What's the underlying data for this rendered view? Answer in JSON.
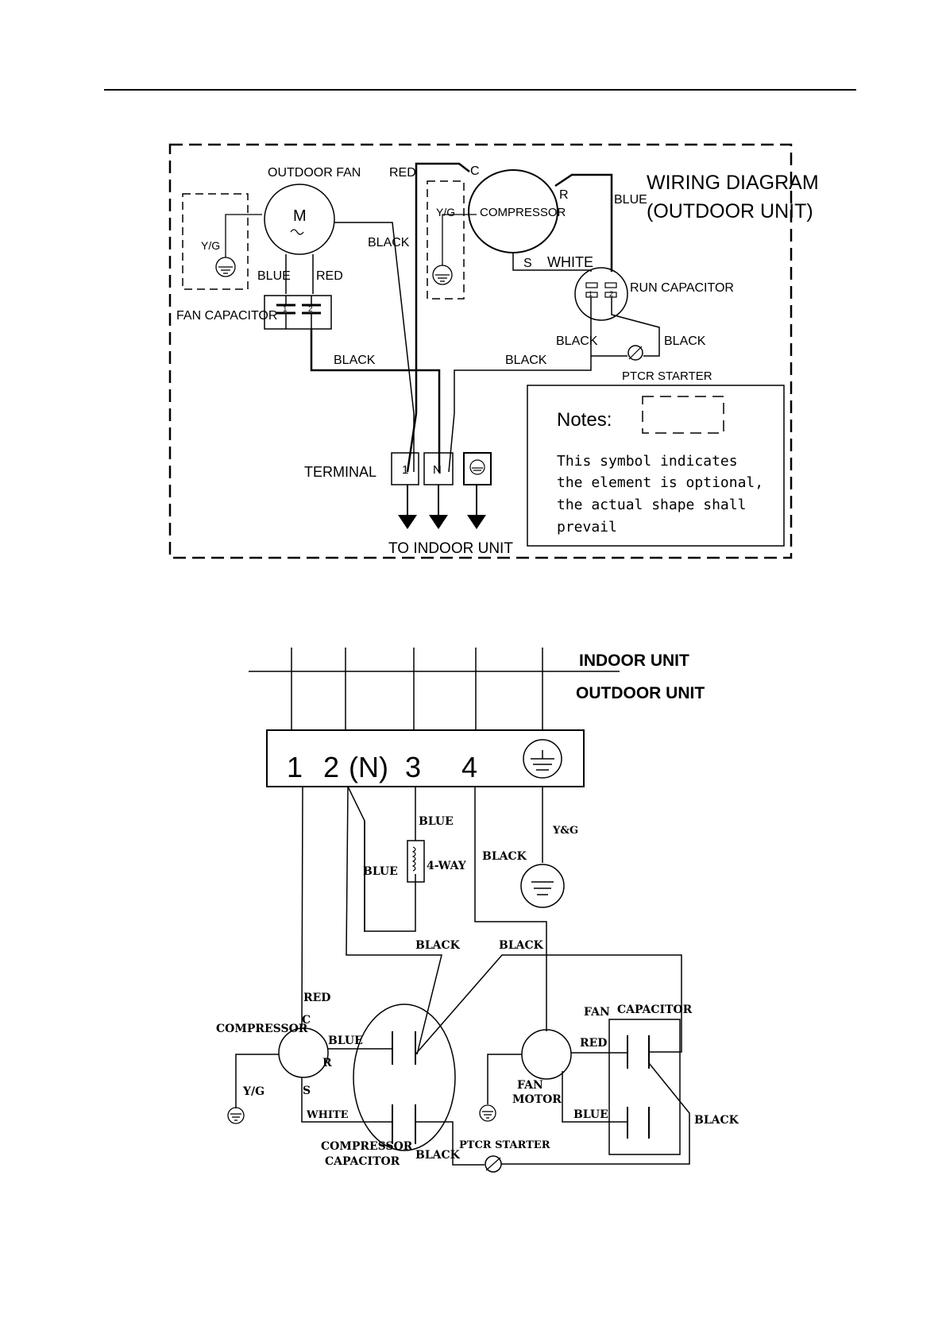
{
  "diagram1": {
    "title_line1": "WIRING DIAGRAM",
    "title_line2": "(OUTDOOR UNIT)",
    "outdoor_fan": "OUTDOOR FAN",
    "motor_symbol": "M",
    "yg_left": "Y/G",
    "yg_comp": "Y/G",
    "blue_fan": "BLUE",
    "red_fan": "RED",
    "fan_capacitor": "FAN CAPACITOR",
    "cap_pin1": "1",
    "cap_pin2": "2",
    "red_top": "RED",
    "c_label": "C",
    "compressor": "COMPRESSOR",
    "r_label": "R",
    "blue_top": "BLUE",
    "s_label": "S",
    "white": "WHITE",
    "black_fan": "BLACK",
    "run_capacitor": "RUN CAPACITOR",
    "run_pin1": "1",
    "run_pin2": "2",
    "black_run_left": "BLACK",
    "black_run_right": "BLACK",
    "ptcr": "PTCR STARTER",
    "black_mid_left": "BLACK",
    "black_mid_right": "BLACK",
    "terminal": "TERMINAL",
    "term_1": "1",
    "term_n": "N",
    "to_indoor": "TO INDOOR UNIT",
    "notes_title": "Notes:",
    "notes_line1": "This symbol indicates",
    "notes_line2": "the element is optional,",
    "notes_line3": "the actual shape shall",
    "notes_line4": "prevail"
  },
  "diagram2": {
    "indoor_unit": "INDOOR UNIT",
    "outdoor_unit": "OUTDOOR UNIT",
    "t1": "1",
    "t2": "2",
    "tn": "(N)",
    "t3": "3",
    "t4": "4",
    "blue_4way": "BLUE",
    "four_way": "4-WAY",
    "blue_left": "BLUE",
    "black_t4": "BLACK",
    "yg": "Y&G",
    "black_mid1": "BLACK",
    "black_mid2": "BLACK",
    "red": "RED",
    "c": "C",
    "compressor": "COMPRESSOR",
    "blue_comp": "BLUE",
    "r": "R",
    "s": "S",
    "yg_comp": "Y/G",
    "white": "WHITE",
    "comp_cap_1": "COMPRESSOR",
    "comp_cap_2": "CAPACITOR",
    "black_bottom": "BLACK",
    "ptcr": "PTCR STARTER",
    "fan": "FAN",
    "capacitor": "CAPACITOR",
    "red_fan": "RED",
    "fan_motor_1": "FAN",
    "fan_motor_2": "MOTOR",
    "blue_fan": "BLUE",
    "black_right": "BLACK"
  }
}
